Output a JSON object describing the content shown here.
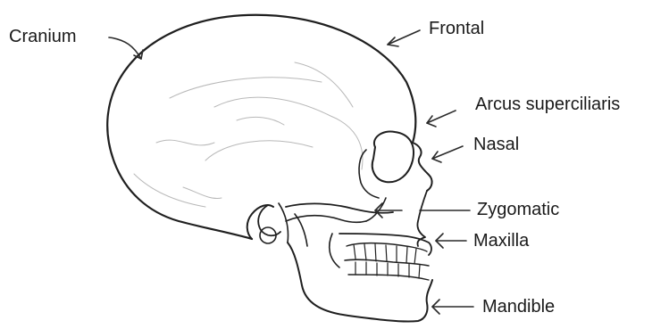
{
  "labels": {
    "cranium": "Cranium",
    "frontal": "Frontal",
    "arcus": "Arcus superciliaris",
    "nasal": "Nasal",
    "zygomatic": "Zygomatic",
    "maxilla": "Maxilla",
    "mandible": "Mandible"
  },
  "colors": {
    "ink": "#1f1f1f",
    "background": "#ffffff"
  }
}
